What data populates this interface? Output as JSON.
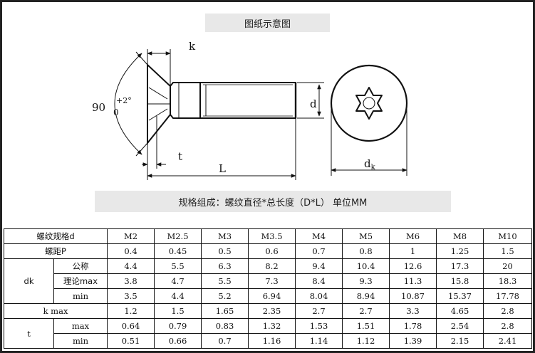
{
  "title": "图纸示意图",
  "spec_line": "规格组成：螺纹直径*总长度（D*L）   单位MM",
  "drawing_labels": {
    "k": "k",
    "angle": "90",
    "tol_plus": "+2°",
    "tol_zero": "0",
    "t": "t",
    "L": "L",
    "d": "d",
    "dk": "d",
    "dk_sub": "k"
  },
  "table": {
    "header_label": "螺纹规格d",
    "sizes": [
      "M2",
      "M2.5",
      "M3",
      "M3.5",
      "M4",
      "M5",
      "M6",
      "M8",
      "M10"
    ],
    "pitch_label": "螺距P",
    "pitch": [
      "0.4",
      "0.45",
      "0.5",
      "0.6",
      "0.7",
      "0.8",
      "1",
      "1.25",
      "1.5"
    ],
    "dk_label": "dk",
    "dk_nominal_label": "公称",
    "dk_nominal": [
      "4.4",
      "5.5",
      "6.3",
      "8.2",
      "9.4",
      "10.4",
      "12.6",
      "17.3",
      "20"
    ],
    "dk_theory_label": "理论max",
    "dk_theory": [
      "3.8",
      "4.7",
      "5.5",
      "7.3",
      "8.4",
      "9.3",
      "11.3",
      "15.8",
      "18.3"
    ],
    "dk_min_label": "min",
    "dk_min": [
      "3.5",
      "4.4",
      "5.2",
      "6.94",
      "8.04",
      "8.94",
      "10.87",
      "15.37",
      "17.78"
    ],
    "k_label": "k max",
    "k_max": [
      "1.2",
      "1.5",
      "1.65",
      "2.35",
      "2.7",
      "2.7",
      "3.3",
      "4.65",
      "2.8"
    ],
    "t_label": "t",
    "t_max_label": "max",
    "t_max": [
      "0.64",
      "0.79",
      "0.83",
      "1.32",
      "1.53",
      "1.51",
      "1.78",
      "2.54",
      "2.8"
    ],
    "t_min_label": "min",
    "t_min": [
      "0.51",
      "0.66",
      "0.7",
      "1.16",
      "1.14",
      "1.12",
      "1.39",
      "2.15",
      "2.41"
    ]
  }
}
